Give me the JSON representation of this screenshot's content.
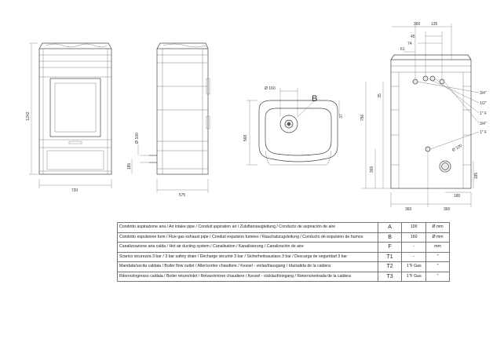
{
  "dimensions": {
    "front_height": "1242",
    "front_width": "720",
    "side_depth": "575",
    "side_outlet_dia": "Ø 100",
    "side_outlet_height": "185",
    "top_pipe_dia": "Ø 160",
    "top_offset_h": "37",
    "top_depth": "568",
    "rear_135": "135",
    "rear_45": "45",
    "rear_74": "74",
    "rear_61": "61",
    "rear_35": "35",
    "rear_756": "756",
    "rear_369": "369",
    "rear_dia_100": "Ø 100",
    "rear_185": "185",
    "rear_180": "180",
    "rear_360a": "360",
    "rear_360b": "360"
  },
  "callouts": {
    "b_label": "B",
    "fit_1": "3/4\"",
    "fit_2": "1/2\"",
    "fit_3": "1\" F",
    "fit_4": "3/4\"",
    "fit_5": "1\" F"
  },
  "table": {
    "rows": [
      {
        "desc": "Condotto aspirazione aria / Air intake pipe / Conduit aspiration air / Zuluftansaugleitung / Conducto de aspiración de aire",
        "code": "A",
        "value": "100",
        "unit": "Ø mm"
      },
      {
        "desc": "Condotto espulsione fumi / Flue gas exhaust pipe / Conduit expulsion fumées / Rauchabzugsleitung / Conducto de expulsión de humos",
        "code": "B",
        "value": "160",
        "unit": "Ø mm"
      },
      {
        "desc": "Canalizzazione aria calda / Hot air ducting system / Canalisation / Kanalisierung / Canalización de aire",
        "code": "F",
        "value": "-",
        "unit": "mm"
      },
      {
        "desc": "Scarico sicurezza 3 bar / 3 bar safety drain / Décharge sécurité 3 bar / Sicherheitsauslass 3 bar / Descarga de seguridad 3 bar",
        "code": "T1",
        "value": "-",
        "unit": "\""
      },
      {
        "desc": "Mandata/uscita caldaia / Boiler flow outlet / Aller/sortier chaudiere / Kessel - vorlauf/ausgang / Ida/salida de la caldera",
        "code": "T2",
        "value": "1\"F Gas",
        "unit": "\""
      },
      {
        "desc": "Ritorno/ingresso caldaia / Boiler return/inlet / Retour/entree chaudiere / Kessel - rücklauf/eingang / Retorno/entrada de la caldera",
        "code": "T3",
        "value": "1\"F Gas",
        "unit": "\""
      }
    ]
  }
}
